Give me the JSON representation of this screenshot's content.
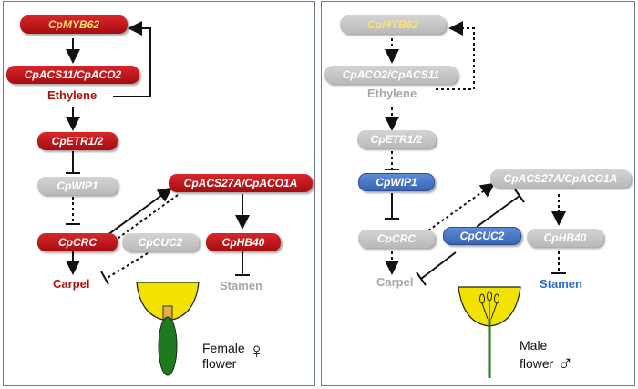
{
  "female": {
    "myb62": "CpMYB62",
    "acs11": "CpACS11/CpACO2",
    "ethylene": "Ethylene",
    "etr": "CpETR1/2",
    "wip1": "CpWIP1",
    "acs27": "CpACS27A/CpACO1A",
    "crc": "CpCRC",
    "cuc2": "CpCUC2",
    "hb40": "CpHB40",
    "carpel": "Carpel",
    "stamen": "Stamen",
    "flower_word": "Female",
    "flower_line2": "flower",
    "symbol": "♀"
  },
  "male": {
    "myb62": "CpMYB62",
    "aco2": "CpACO2/CpACS11",
    "ethylene": "Ethylene",
    "etr": "CpETR1/2",
    "wip1": "CpWIP1",
    "acs27": "CpACS27A/CpACO1A",
    "crc": "CpCRC",
    "cuc2": "CpCUC2",
    "hb40": "CpHB40",
    "carpel": "Carpel",
    "stamen": "Stamen",
    "flower_word": "Male",
    "flower_line2": "flower",
    "symbol": "♂"
  },
  "colors": {
    "active_red": "#b01010",
    "inactive_gray": "#b9b9b9",
    "active_blue": "#3a64b6",
    "petal_yellow": "#f2e200",
    "pistil_green": "#1f7a1f"
  }
}
